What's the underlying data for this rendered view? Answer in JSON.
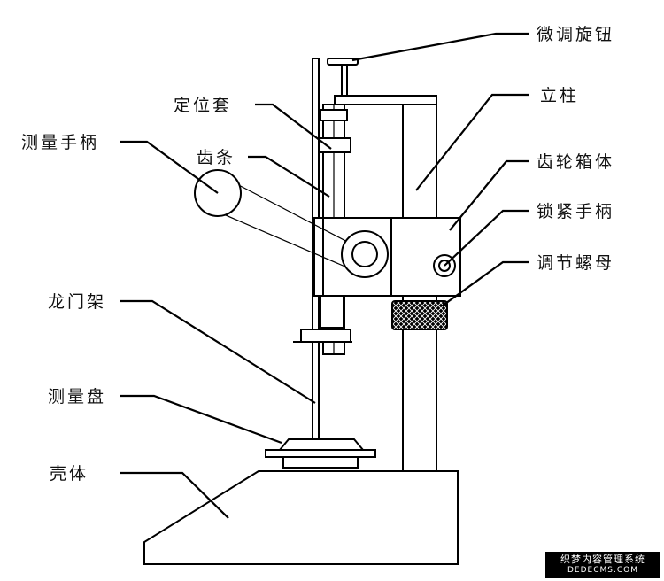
{
  "labels": {
    "fine_adjust_knob": "微调旋钮",
    "column": "立柱",
    "positioning_sleeve": "定位套",
    "measuring_handle": "测量手柄",
    "rack": "齿条",
    "gear_box": "齿轮箱体",
    "lock_handle": "锁紧手柄",
    "adjust_nut": "调节螺母",
    "gantry_frame": "龙门架",
    "measuring_plate": "测量盘",
    "housing": "壳体"
  },
  "watermark": {
    "line1": "织梦内容管理系统",
    "line2": "DEDECMS.COM"
  }
}
